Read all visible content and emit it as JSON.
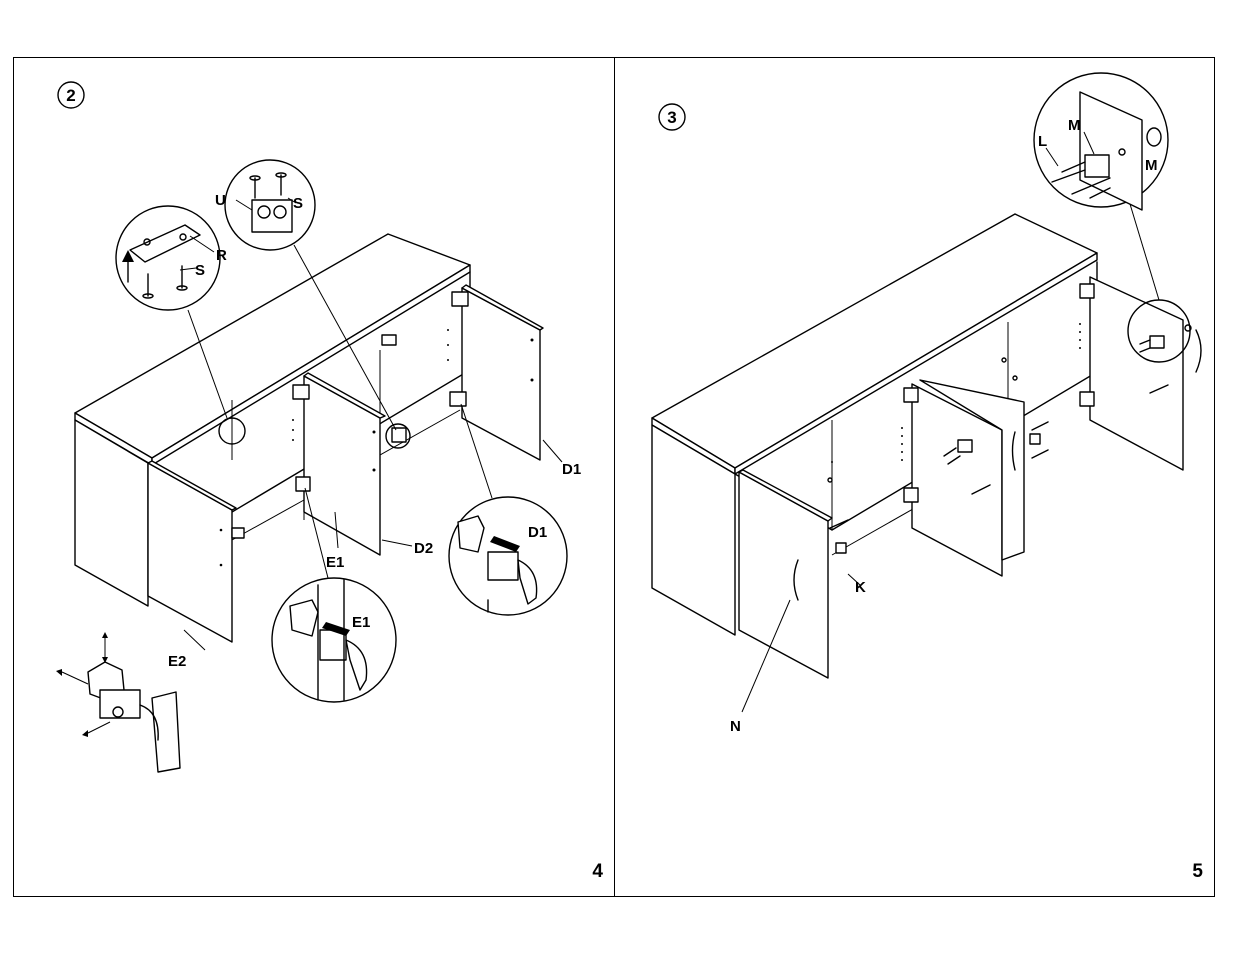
{
  "page_left": {
    "step": "2",
    "page_number": "4",
    "labels": {
      "u": "U",
      "s_top": "S",
      "r": "R",
      "s_left": "S",
      "d1_cabinet": "D1",
      "d1_detail": "D1",
      "d2": "D2",
      "e1_cabinet": "E1",
      "e1_detail": "E1",
      "e2": "E2"
    }
  },
  "page_right": {
    "step": "3",
    "page_number": "5",
    "labels": {
      "l": "L",
      "m_top": "M",
      "m_right": "M",
      "k": "K",
      "n": "N"
    }
  }
}
